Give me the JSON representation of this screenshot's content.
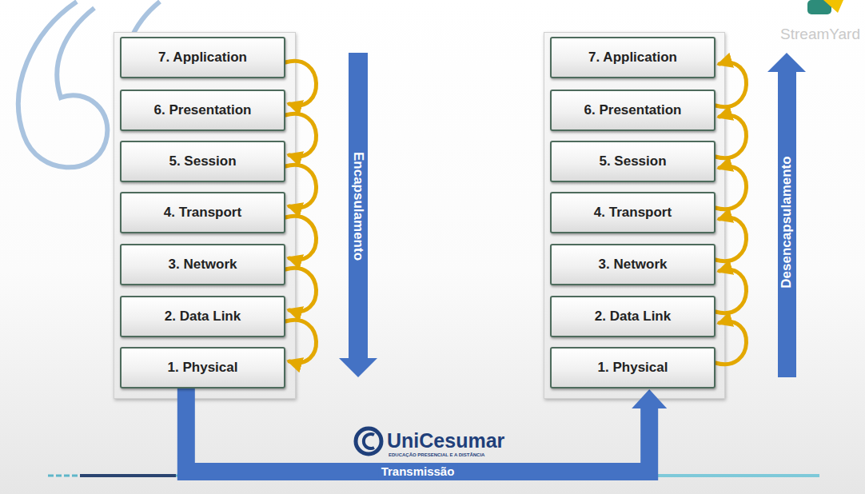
{
  "diagram": {
    "nodes": [
      {
        "text": [
          "7. Application"
        ]
      },
      {
        "text": [
          "6. Presentation"
        ]
      },
      {
        "text": [
          "5. Session"
        ]
      },
      {
        "text": [
          "4. Transport"
        ]
      },
      {
        "text": [
          "3. Network"
        ]
      },
      {
        "text": [
          "2. Data Link"
        ]
      },
      {
        "text": [
          "1. Physical"
        ]
      },
      {
        "text": [
          "7. Application"
        ]
      },
      {
        "text": [
          "6. Presentation"
        ]
      },
      {
        "text": [
          "5. Session"
        ]
      },
      {
        "text": [
          "4. Transport"
        ]
      },
      {
        "text": [
          "3. Network"
        ]
      },
      {
        "text": [
          "2. Data Link"
        ]
      },
      {
        "text": [
          "1. Physical"
        ]
      }
    ],
    "edges": [
      {
        "from": 0,
        "to": 1,
        "arrow": "to"
      },
      {
        "from": 1,
        "to": 2,
        "arrow": "to"
      },
      {
        "from": 2,
        "to": 3,
        "arrow": "to"
      },
      {
        "from": 3,
        "to": 4,
        "arrow": "to"
      },
      {
        "from": 4,
        "to": 5,
        "arrow": "to"
      },
      {
        "from": 5,
        "to": 6,
        "arrow": "to"
      },
      {
        "from": 13,
        "to": 12,
        "arrow": "to"
      },
      {
        "from": 12,
        "to": 11,
        "arrow": "to"
      },
      {
        "from": 11,
        "to": 10,
        "arrow": "to"
      },
      {
        "from": 10,
        "to": 9,
        "arrow": "to"
      },
      {
        "from": 9,
        "to": 8,
        "arrow": "to"
      },
      {
        "from": 8,
        "to": 7,
        "arrow": "to"
      },
      {
        "from": 6,
        "to": 13,
        "label": "Transmissão",
        "arrow": "to"
      }
    ],
    "labels": [
      "Encapsulamento",
      "Desencapsulamento",
      "UniCesumar",
      "EDUCAÇÃO PRESENCIAL E A DISTÂNCIA",
      "StreamYard"
    ]
  }
}
